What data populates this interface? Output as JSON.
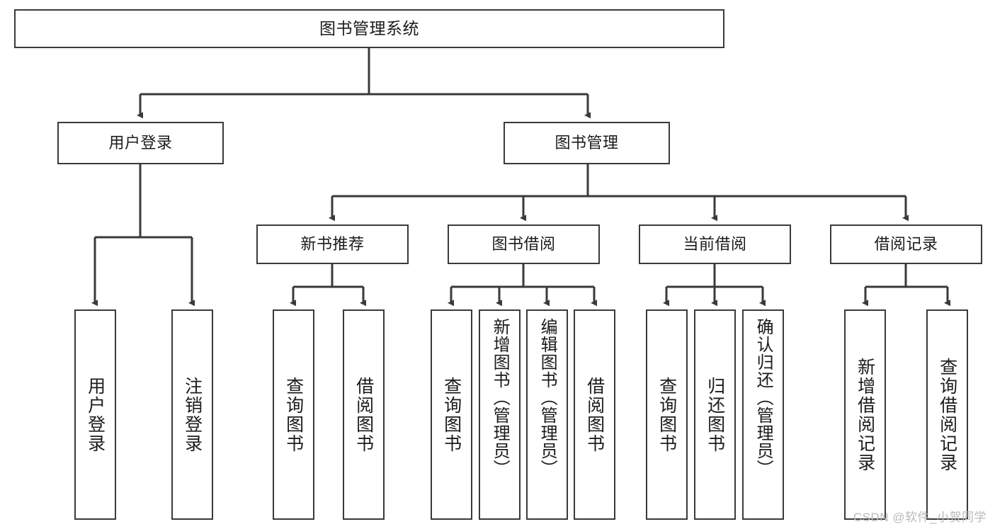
{
  "diagram": {
    "title": "图书管理系统",
    "type": "tree-hierarchy",
    "watermark": "CSDN @软件_小贺同学",
    "colors": {
      "box_border": "#3a3a3a",
      "box_fill": "#ffffff",
      "edge": "#3a3a3a",
      "text": "#1b1b1b",
      "watermark": "#b9b9b9",
      "background": "#ffffff"
    },
    "levels": {
      "root": {
        "label": "图书管理系统"
      },
      "level2": [
        {
          "id": "user-login",
          "label": "用户登录"
        },
        {
          "id": "book-manage",
          "label": "图书管理"
        }
      ],
      "level3": [
        {
          "id": "new-book-recommend",
          "label": "新书推荐",
          "parent": "book-manage"
        },
        {
          "id": "book-borrow",
          "label": "图书借阅",
          "parent": "book-manage"
        },
        {
          "id": "current-borrow",
          "label": "当前借阅",
          "parent": "book-manage"
        },
        {
          "id": "borrow-record",
          "label": "借阅记录",
          "parent": "book-manage"
        }
      ],
      "leaves": [
        {
          "id": "leaf-user-login",
          "label": "用户登录",
          "parent": "user-login"
        },
        {
          "id": "leaf-logout-login",
          "label": "注销登录",
          "parent": "user-login"
        },
        {
          "id": "leaf-query-book-1",
          "label": "查询图书",
          "parent": "new-book-recommend"
        },
        {
          "id": "leaf-borrow-book-1",
          "label": "借阅图书",
          "parent": "new-book-recommend"
        },
        {
          "id": "leaf-query-book-2",
          "label": "查询图书",
          "parent": "book-borrow"
        },
        {
          "id": "leaf-add-book",
          "label": "新增图书（管理员）",
          "parent": "book-borrow"
        },
        {
          "id": "leaf-edit-book",
          "label": "编辑图书（管理员）",
          "parent": "book-borrow"
        },
        {
          "id": "leaf-borrow-book-2",
          "label": "借阅图书",
          "parent": "book-borrow"
        },
        {
          "id": "leaf-query-book-3",
          "label": "查询图书",
          "parent": "current-borrow"
        },
        {
          "id": "leaf-return-book",
          "label": "归还图书",
          "parent": "current-borrow"
        },
        {
          "id": "leaf-confirm-return",
          "label": "确认归还（管理员）",
          "parent": "current-borrow"
        },
        {
          "id": "leaf-add-record",
          "label": "新增借阅记录",
          "parent": "borrow-record"
        },
        {
          "id": "leaf-query-record",
          "label": "查询借阅记录",
          "parent": "borrow-record"
        }
      ]
    }
  }
}
